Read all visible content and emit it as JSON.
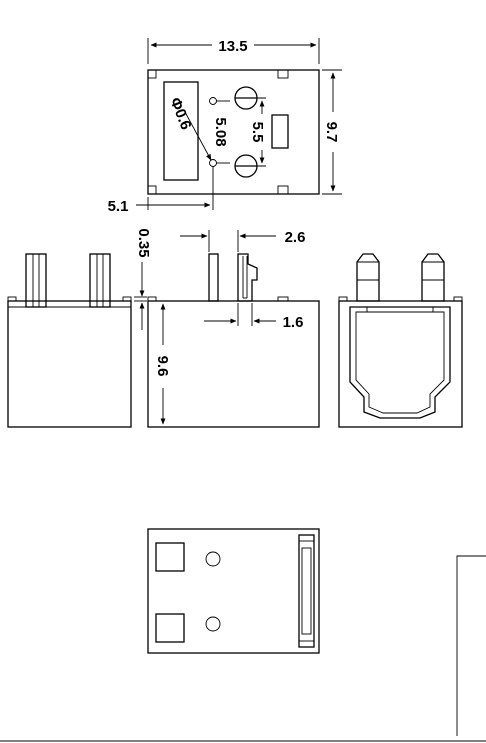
{
  "dimensions": {
    "width": "13.5",
    "height": "9.7",
    "hole_diameter": "Φ0.6",
    "pitch": "5.08",
    "pin_spacing": "5.5",
    "offset": "5.1",
    "lead_gap": "0.35",
    "pin_width": "2.6",
    "pin_thickness": "1.6",
    "body_height": "9.6"
  }
}
